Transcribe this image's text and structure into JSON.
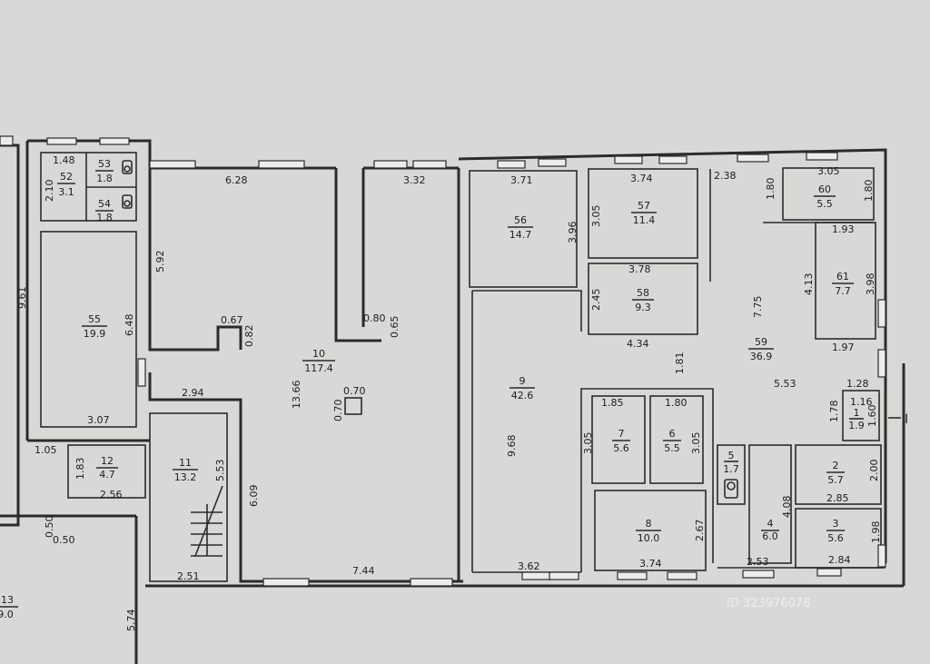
{
  "rooms": [
    {
      "id": "room-52",
      "num": "52",
      "area": "3.1"
    },
    {
      "id": "room-53",
      "num": "53",
      "area": "1.8"
    },
    {
      "id": "room-54",
      "num": "54",
      "area": "1.8"
    },
    {
      "id": "room-55",
      "num": "55",
      "area": "19.9"
    },
    {
      "id": "room-12",
      "num": "12",
      "area": "4.7"
    },
    {
      "id": "room-11",
      "num": "11",
      "area": "13.2"
    },
    {
      "id": "room-13",
      "num": "13",
      "area": "9.0"
    },
    {
      "id": "room-10",
      "num": "10",
      "area": "117.4"
    },
    {
      "id": "room-56",
      "num": "56",
      "area": "14.7"
    },
    {
      "id": "room-9",
      "num": "9",
      "area": "42.6"
    },
    {
      "id": "room-57",
      "num": "57",
      "area": "11.4"
    },
    {
      "id": "room-58",
      "num": "58",
      "area": "9.3"
    },
    {
      "id": "room-7",
      "num": "7",
      "area": "5.6"
    },
    {
      "id": "room-6",
      "num": "6",
      "area": "5.5"
    },
    {
      "id": "room-8",
      "num": "8",
      "area": "10.0"
    },
    {
      "id": "room-59",
      "num": "59",
      "area": "36.9"
    },
    {
      "id": "room-60",
      "num": "60",
      "area": "5.5"
    },
    {
      "id": "room-61",
      "num": "61",
      "area": "7.7"
    },
    {
      "id": "room-1",
      "num": "1",
      "area": "1.9"
    },
    {
      "id": "room-5",
      "num": "5",
      "area": "1.7"
    },
    {
      "id": "room-4",
      "num": "4",
      "area": "6.0"
    },
    {
      "id": "room-2",
      "num": "2",
      "area": "5.7"
    },
    {
      "id": "room-3",
      "num": "3",
      "area": "5.6"
    }
  ],
  "dimensions": [
    "1.48",
    "2.10",
    "9.61",
    "5.92",
    "6.48",
    "3.07",
    "1.05",
    "1.83",
    "2.56",
    "0.50",
    "0.50",
    "5.74",
    "6.28",
    "0.67",
    "0.82",
    "2.94",
    "13.66",
    "0.70",
    "0.70",
    "3.32",
    "0.80",
    "0.65",
    "6.09",
    "7.44",
    "5.53",
    "2.51",
    "3.71",
    "3.96",
    "9.68",
    "3.62",
    "3.74",
    "3.05",
    "3.78",
    "2.45",
    "4.34",
    "1.81",
    "1.85",
    "1.80",
    "3.05",
    "3.05",
    "2.67",
    "3.74",
    "2.38",
    "1.80",
    "3.05",
    "1.80",
    "1.93",
    "4.13",
    "3.98",
    "7.75",
    "1.97",
    "5.53",
    "1.28",
    "1.16",
    "1.78",
    "1.60",
    "2.00",
    "2.85",
    "4.08",
    "2.53",
    "1.98",
    "2.84"
  ],
  "section_mark": "I",
  "watermark": "ID 323976078"
}
